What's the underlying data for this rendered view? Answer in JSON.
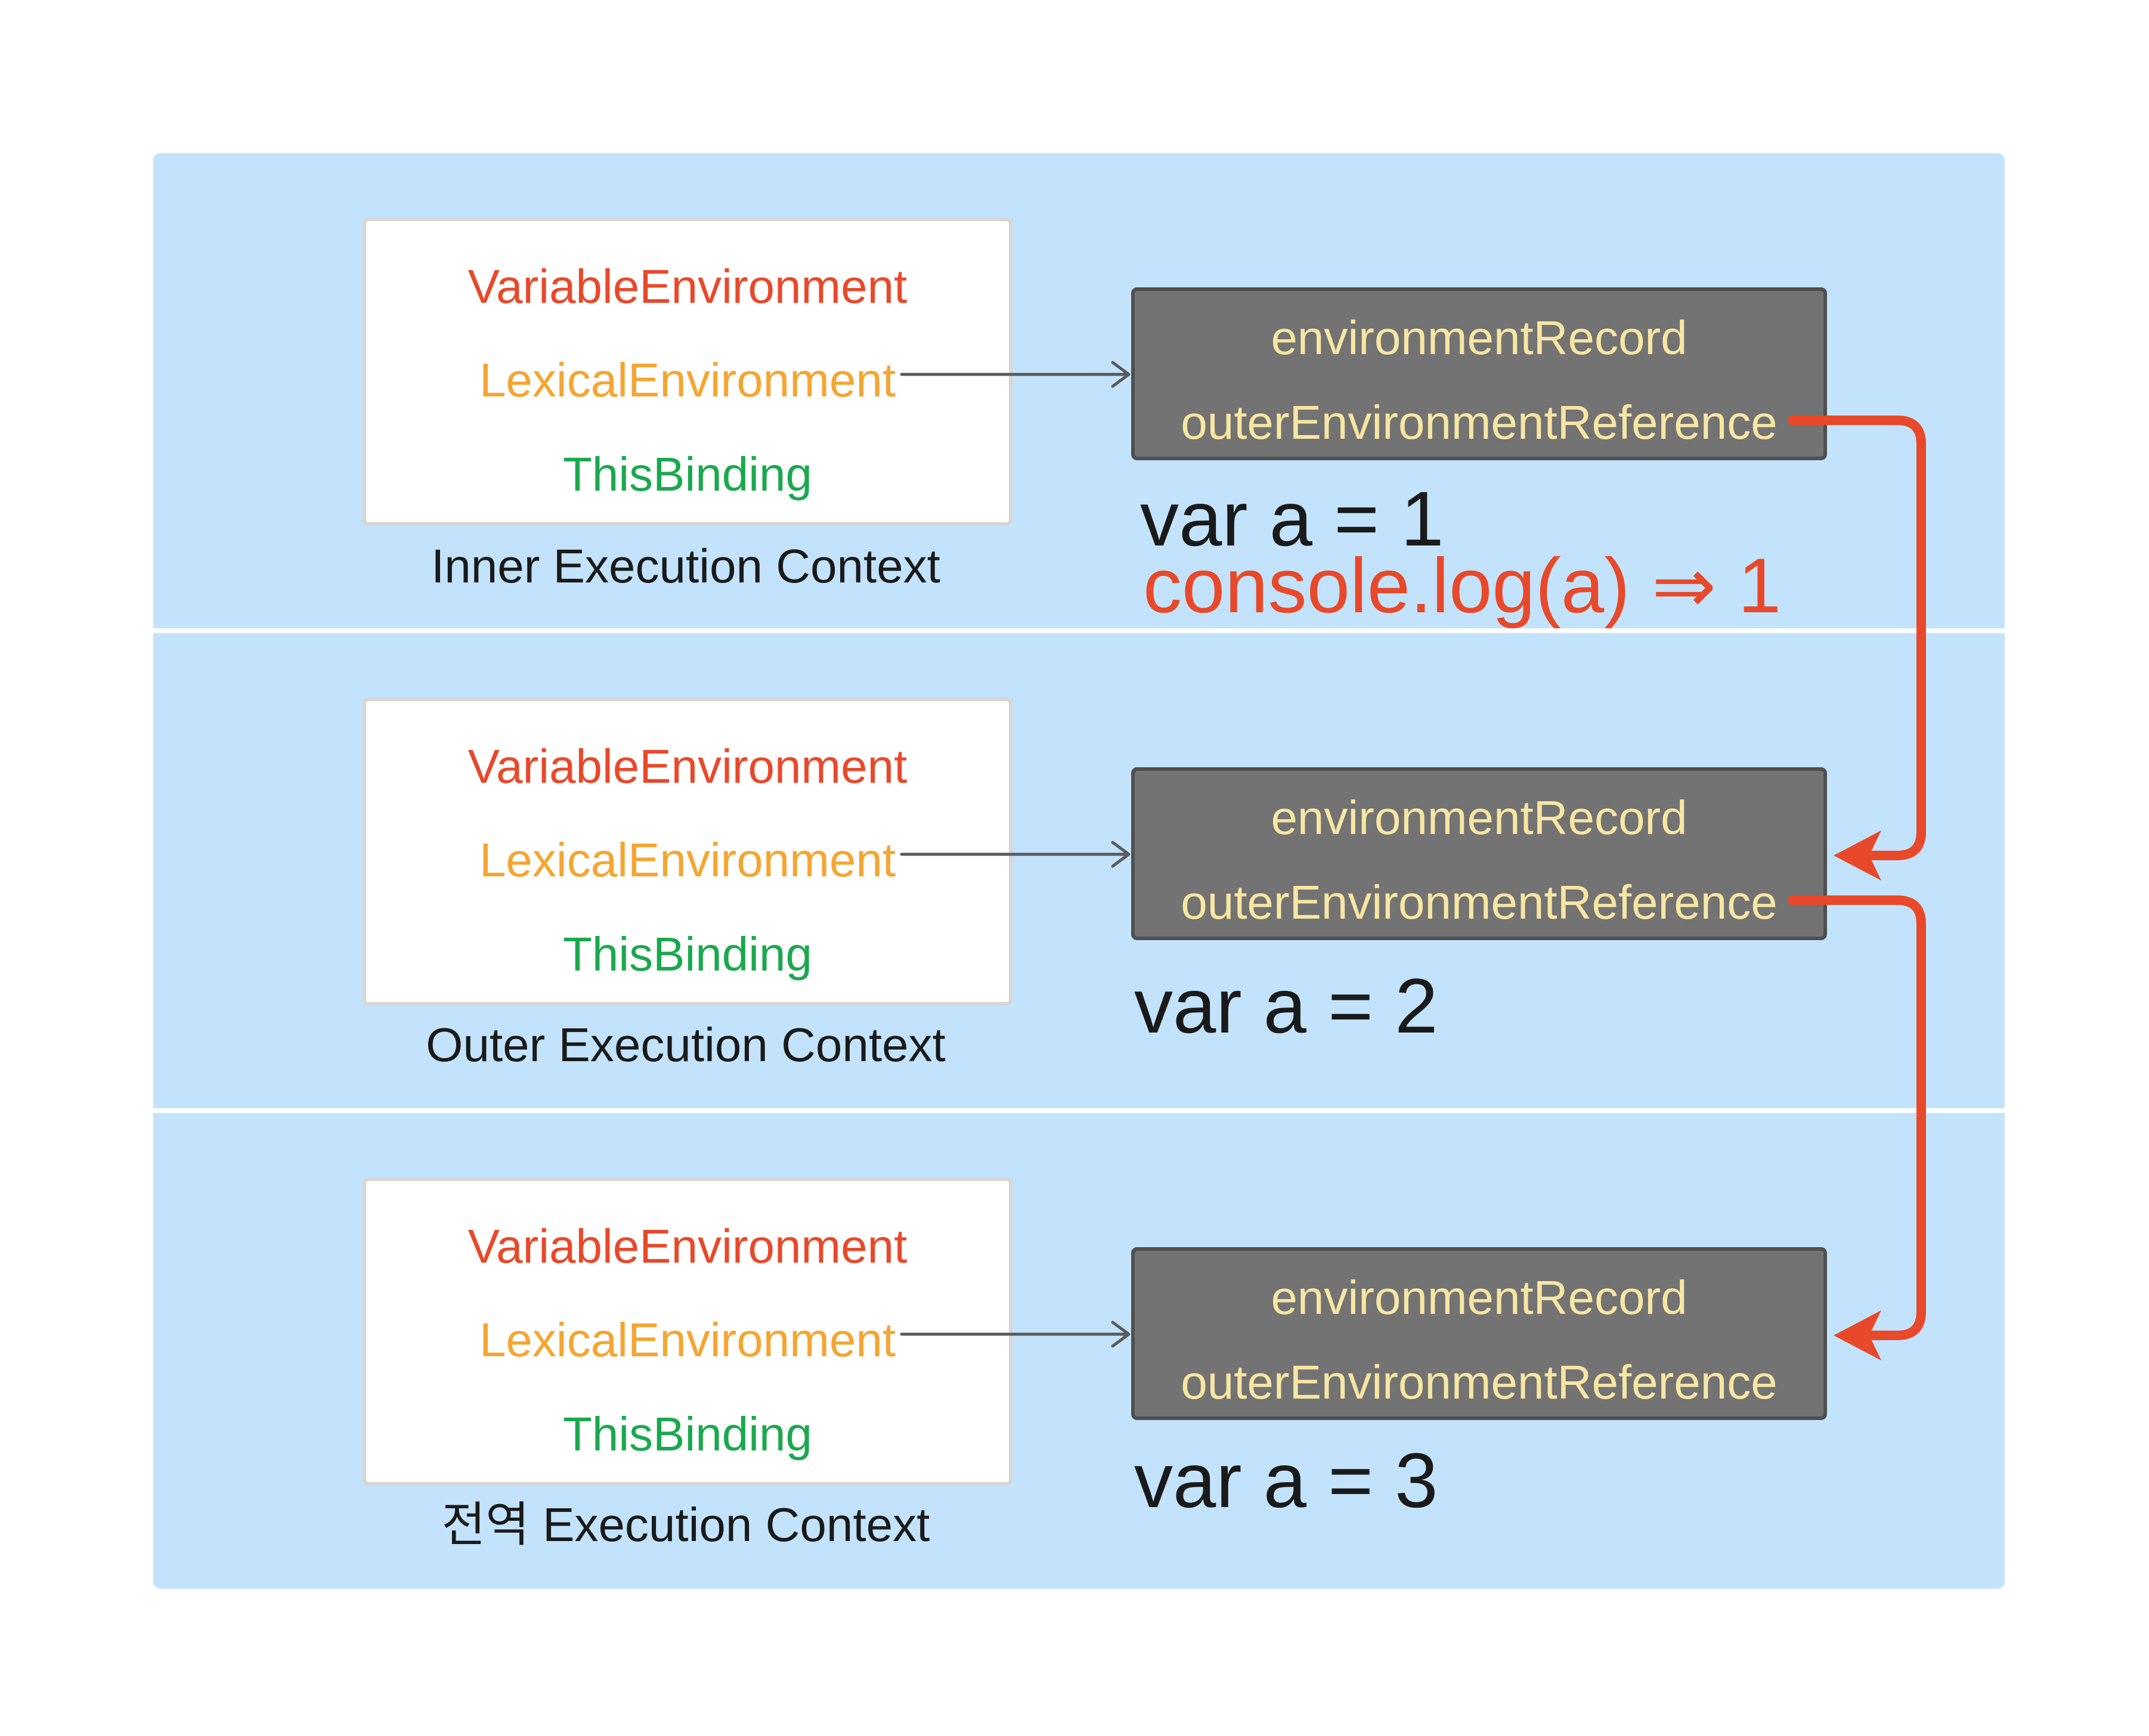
{
  "colors": {
    "panel_bg": "#c2e3fb",
    "variable_environment": "#e8492a",
    "lexical_environment": "#f5a531",
    "this_binding": "#1ba84f",
    "env_box_bg": "#737373",
    "env_text": "#f7e6a3",
    "reference_arrow": "#e8492a",
    "pointer_arrow": "#5a5a5a"
  },
  "contexts": [
    {
      "variable_environment": "VariableEnvironment",
      "lexical_environment": "LexicalEnvironment",
      "this_binding": "ThisBinding",
      "label": "Inner Execution Context",
      "environment": {
        "record": "environmentRecord",
        "outer_reference": "outerEnvironmentReference"
      },
      "code": "var a = 1",
      "log": "console.log(a) ⇒ 1"
    },
    {
      "variable_environment": "VariableEnvironment",
      "lexical_environment": "LexicalEnvironment",
      "this_binding": "ThisBinding",
      "label": "Outer Execution Context",
      "environment": {
        "record": "environmentRecord",
        "outer_reference": "outerEnvironmentReference"
      },
      "code": "var a = 2"
    },
    {
      "variable_environment": "VariableEnvironment",
      "lexical_environment": "LexicalEnvironment",
      "this_binding": "ThisBinding",
      "label": "전역 Execution Context",
      "environment": {
        "record": "environmentRecord",
        "outer_reference": "outerEnvironmentReference"
      },
      "code": "var a = 3"
    }
  ]
}
